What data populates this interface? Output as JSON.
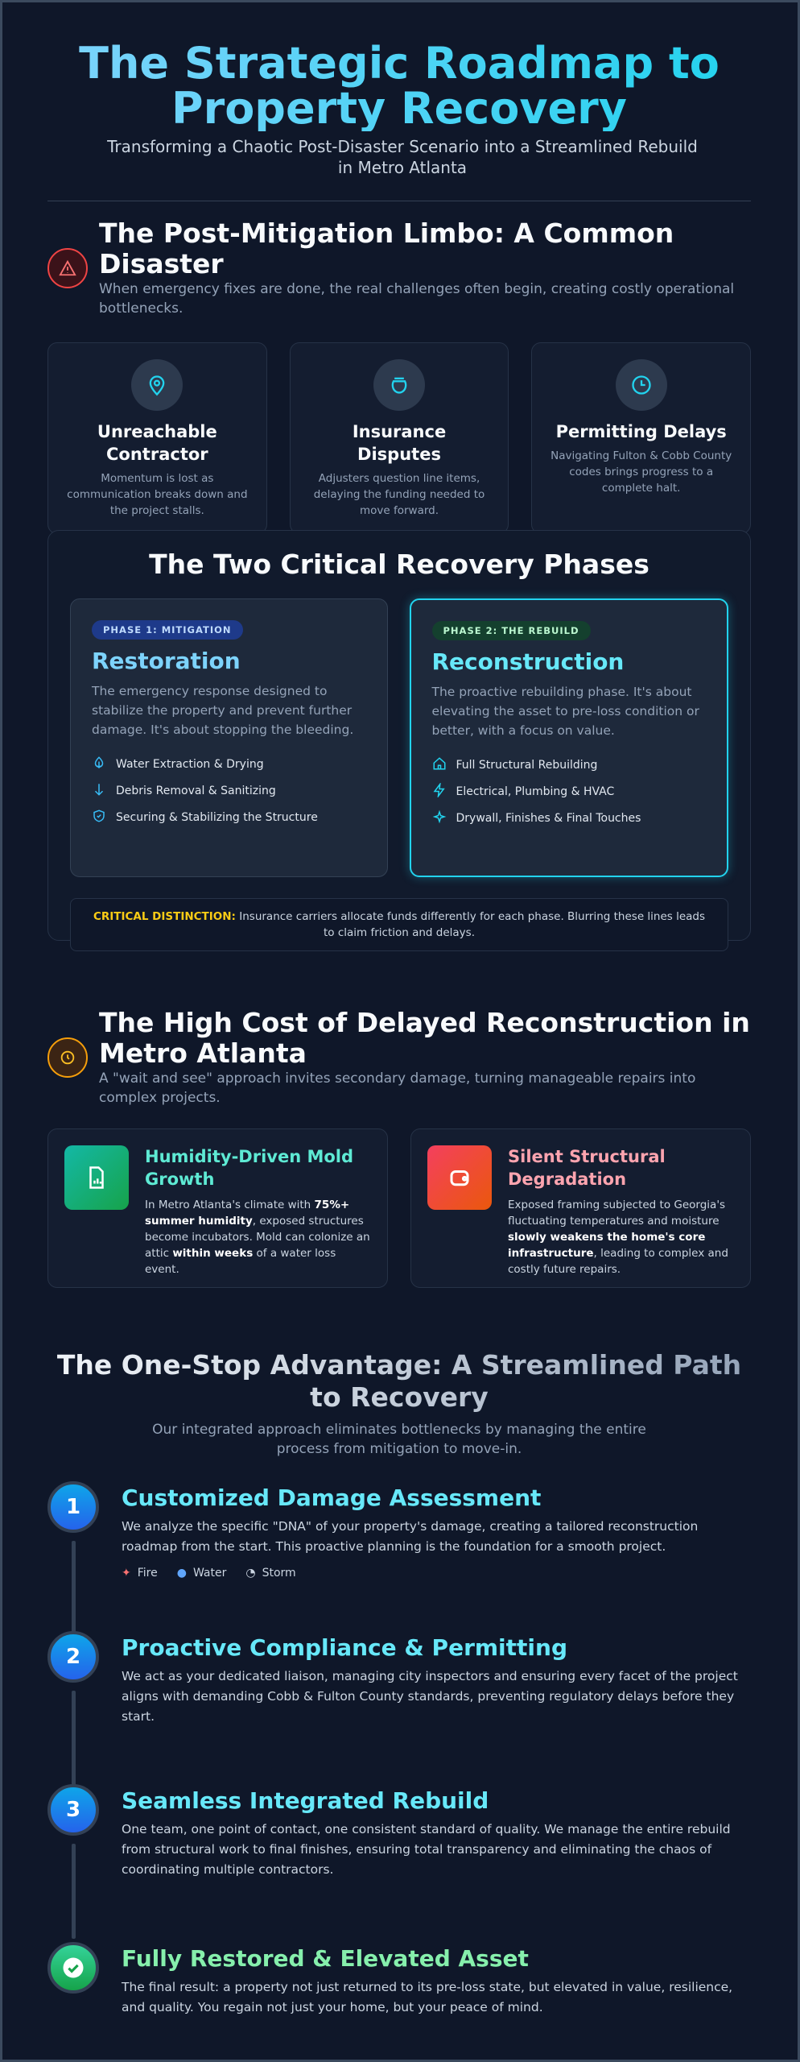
{
  "header": {
    "title": "The Strategic Roadmap to Property Recovery",
    "subtitle": "Transforming a Chaotic Post-Disaster Scenario into a Streamlined Rebuild in Metro Atlanta"
  },
  "limbo": {
    "title": "The Post-Mitigation Limbo: A Common Disaster",
    "subtitle": "When emergency fixes are done, the real challenges often begin, creating costly operational bottlenecks.",
    "icon": "warning-icon",
    "cards": [
      {
        "icon": "map-pin-icon",
        "title": "Unreachable Contractor",
        "text": "Momentum is lost as communication breaks down and the project stalls."
      },
      {
        "icon": "money-bag-icon",
        "title": "Insurance Disputes",
        "text": "Adjusters question line items, delaying the funding needed to move forward."
      },
      {
        "icon": "clock-icon",
        "title": "Permitting Delays",
        "text": "Navigating Fulton & Cobb County codes brings progress to a complete halt."
      }
    ]
  },
  "phases": {
    "title": "The Two Critical Recovery Phases",
    "phase1": {
      "badge": "PHASE 1: MITIGATION",
      "title": "Restoration",
      "text": "The emergency response designed to stabilize the property and prevent further damage. It's about stopping the bleeding.",
      "items": [
        "Water Extraction & Drying",
        "Debris Removal & Sanitizing",
        "Securing & Stabilizing the Structure"
      ]
    },
    "phase2": {
      "badge": "PHASE 2: THE REBUILD",
      "title": "Reconstruction",
      "text": "The proactive rebuilding phase. It's about elevating the asset to pre-loss condition or better, with a focus on value.",
      "items": [
        "Full Structural Rebuilding",
        "Electrical, Plumbing & HVAC",
        "Drywall, Finishes & Final Touches"
      ]
    },
    "critical_label": "CRITICAL DISTINCTION:",
    "critical_text": "Insurance carriers allocate funds differently for each phase. Blurring these lines leads to claim friction and delays."
  },
  "cost": {
    "title": "The High Cost of Delayed Reconstruction in Metro Atlanta",
    "subtitle": "A \"wait and see\" approach invites secondary damage, turning manageable repairs into complex projects.",
    "mold": {
      "title": "Humidity-Driven Mold Growth",
      "t1": "In Metro Atlanta's climate with ",
      "b1": "75%+ summer humidity",
      "t2": ", exposed structures become incubators. Mold can colonize an attic ",
      "b2": "within weeks",
      "t3": " of a water loss event."
    },
    "struct": {
      "title": "Silent Structural Degradation",
      "t1": "Exposed framing subjected to Georgia's fluctuating temperatures and moisture ",
      "b1": "slowly weakens the home's core infrastructure",
      "t2": ", leading to complex and costly future repairs."
    }
  },
  "advantage": {
    "title": "The One-Stop Advantage: A Streamlined Path to Recovery",
    "subtitle": "Our integrated approach eliminates bottlenecks by managing the entire process from mitigation to move-in.",
    "steps": [
      {
        "num": "1",
        "title": "Customized Damage Assessment",
        "text": "We analyze the specific \"DNA\" of your property's damage, creating a tailored reconstruction roadmap from the start. This proactive planning is the foundation for a smooth project.",
        "tags": [
          "Fire",
          "Water",
          "Storm"
        ]
      },
      {
        "num": "2",
        "title": "Proactive Compliance & Permitting",
        "text": "We act as your dedicated liaison, managing city inspectors and ensuring every facet of the project aligns with demanding Cobb & Fulton County standards, preventing regulatory delays before they start."
      },
      {
        "num": "3",
        "title": "Seamless Integrated Rebuild",
        "text": "One team, one point of contact, one consistent standard of quality. We manage the entire rebuild from structural work to final finishes, ensuring total transparency and eliminating the chaos of coordinating multiple contractors."
      },
      {
        "title": "Fully Restored & Elevated Asset",
        "text": "The final result: a property not just returned to its pre-loss state, but elevated in value, resilience, and quality. You regain not just your home, but your peace of mind."
      }
    ]
  },
  "colors": {
    "accent": "#22d3ee",
    "warning": "#ef4444",
    "amber": "#f59e0b",
    "mold": "#5eead4",
    "struct": "#fda4af",
    "critical": "#facc15"
  }
}
